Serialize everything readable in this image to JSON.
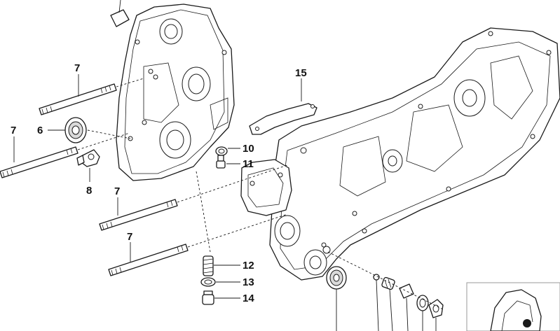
{
  "callouts": {
    "c15": "15",
    "c7a": "7",
    "c7b": "7",
    "c7c": "7",
    "c7d": "7",
    "c6": "6",
    "c8": "8",
    "c10": "10",
    "c11": "11",
    "c12": "12",
    "c13": "13",
    "c14": "14"
  },
  "colors": {
    "line": "#1a1a1a",
    "background": "#ffffff",
    "inset_border": "#999999"
  }
}
